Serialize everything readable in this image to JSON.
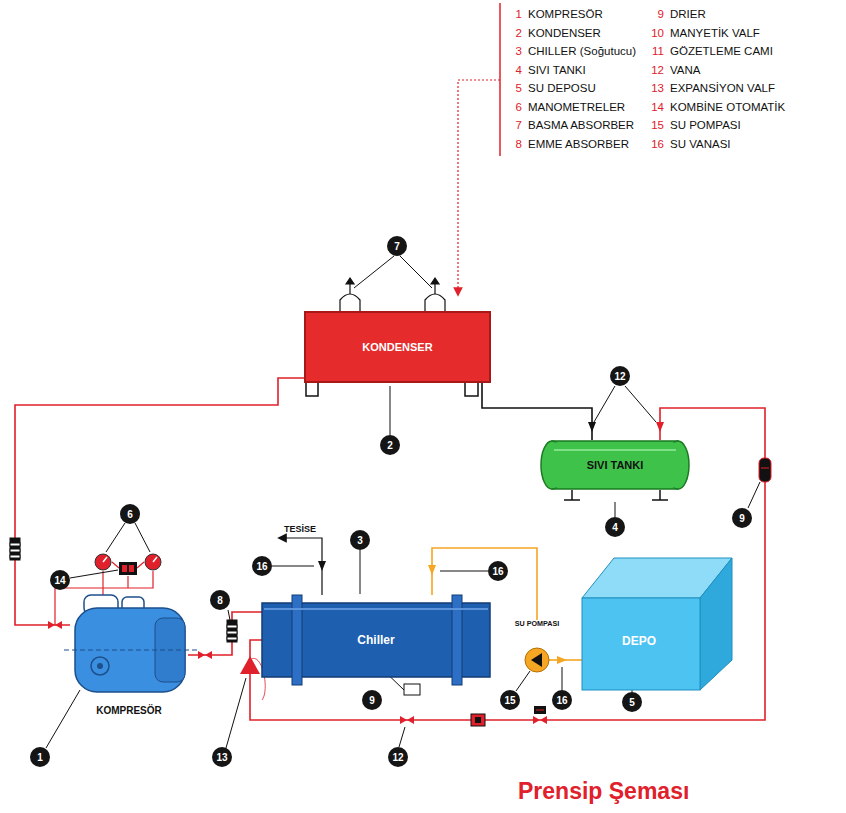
{
  "diagram": {
    "title": "Prensip Şeması",
    "nodes": [
      {
        "text": [
          "KONDENSER"
        ]
      },
      {
        "text": [
          "SIVI TANKI"
        ]
      },
      {
        "text": [
          "KOMPRESÖR"
        ]
      },
      {
        "text": [
          "Chiller"
        ]
      },
      {
        "text": [
          "SU POMPASI"
        ]
      },
      {
        "text": [
          "DEPO"
        ]
      }
    ],
    "edges": [
      {
        "from": 2,
        "to": 0,
        "arrow": "none"
      },
      {
        "from": 0,
        "to": 1,
        "arrow": "none"
      },
      {
        "from": 1,
        "to": 3,
        "arrow": "none"
      },
      {
        "from": 3,
        "to": 2,
        "arrow": "none"
      },
      {
        "from": 5,
        "to": 4,
        "arrow": "none"
      },
      {
        "from": 4,
        "to": 3,
        "arrow": "none"
      }
    ],
    "labels": [
      "1",
      "KOMPRESÖR",
      "2",
      "KONDENSER",
      "3",
      "CHILLER (Soğutucu)",
      "4",
      "SIVI TANKI",
      "5",
      "SU DEPOSU",
      "6",
      "MANOMETRELER",
      "7",
      "BASMA ABSORBER",
      "8",
      "EMME ABSORBER",
      "9",
      "DRIER",
      "10",
      "MANYETİK VALF",
      "11",
      "GÖZETLEME CAMI",
      "12",
      "VANA",
      "13",
      "EXPANSİYON VALF",
      "14",
      "KOMBİNE OTOMATİK",
      "15",
      "SU POMPASI",
      "16",
      "SU VANASI",
      "7",
      "2",
      "12",
      "6",
      "14",
      "16",
      "3",
      "16",
      "4",
      "9",
      "8",
      "9",
      "15",
      "16",
      "5",
      "1",
      "13",
      "12",
      "TESİSE"
    ]
  }
}
